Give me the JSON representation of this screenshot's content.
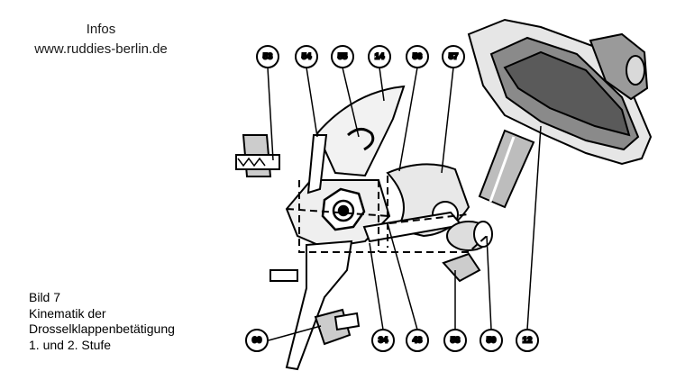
{
  "header": {
    "title": "Infos",
    "url": "www.ruddies-berlin.de"
  },
  "caption": {
    "line1": "Bild 7",
    "line2": "Kinematik der",
    "line3": "Drosselklappenbetätigung",
    "line4": "1. und 2. Stufe"
  },
  "callouts": {
    "c53": "53",
    "c54": "54",
    "c55": "55",
    "c14": "14",
    "c56": "56",
    "c57": "57",
    "c60": "60",
    "c34": "34",
    "c43": "43",
    "c58": "58",
    "c59": "59",
    "c12": "12"
  }
}
